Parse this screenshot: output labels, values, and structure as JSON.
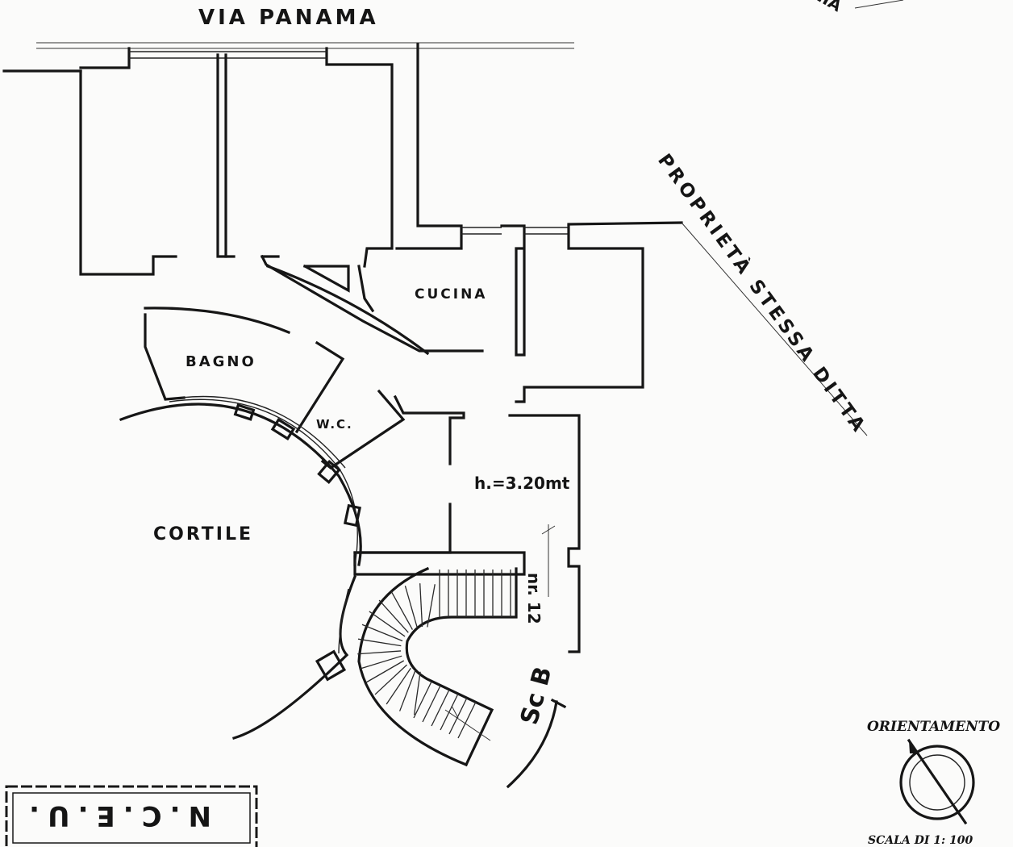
{
  "streets": {
    "top": "VIA PANAMA",
    "top_right_fragment": "NIA",
    "right_boundary": "PROPRIETÀ STESSA DITTA"
  },
  "rooms": {
    "kitchen": "CUCINA",
    "bathroom": "BAGNO",
    "wc": "W.C.",
    "courtyard": "CORTILE"
  },
  "annotations": {
    "height": "h.=3.20mt",
    "stair_steps": "nr. 12",
    "stair_label": "Sc B"
  },
  "legend": {
    "orientation": "ORIENTAMENTO",
    "scale": "SCALA DI 1: 100"
  },
  "stamp": {
    "ncu": "N.C.E.U."
  }
}
